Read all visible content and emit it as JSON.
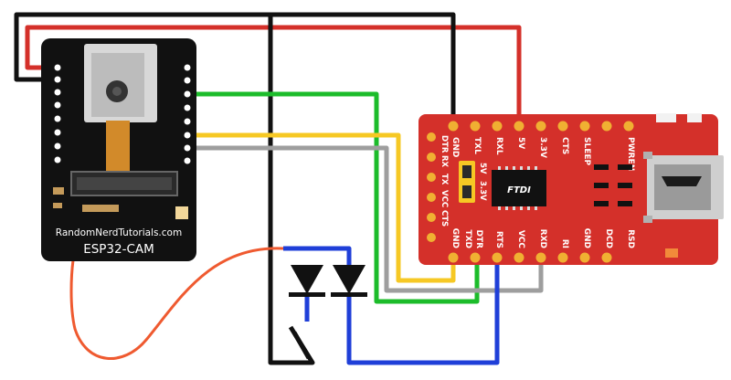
{
  "esp32": {
    "brand_text": "RandomNerdTutorials.com",
    "model_text": "ESP32-CAM"
  },
  "ftdi": {
    "chip_label": "FTDI",
    "power_led_label": "PWREN",
    "jumper_label_5v": "5V",
    "jumper_label_3v3": "3.3V",
    "top_pins": [
      "GND",
      "TXL",
      "RXL",
      "5V",
      "3.3V",
      "CTS",
      "SLEEP"
    ],
    "bottom_pins": [
      "GND",
      "TXD",
      "DTR",
      "RTS",
      "VCC",
      "RXD",
      "RI",
      "GND",
      "DCD",
      "RSD"
    ],
    "left_pins": [
      "DTR",
      "RX",
      "TX",
      "VCC",
      "CTS"
    ],
    "colors": {
      "board": "#d4302a",
      "hole": "#f0b032",
      "chip": "#111111"
    }
  },
  "wire_colors": {
    "power": "#d4302a",
    "ground": "#111111",
    "rx": "#1cbc2a",
    "tx": "#f6c824",
    "reset": "#9e9e9e",
    "io0": "#1f3fd8",
    "link": "#ef5a30"
  }
}
